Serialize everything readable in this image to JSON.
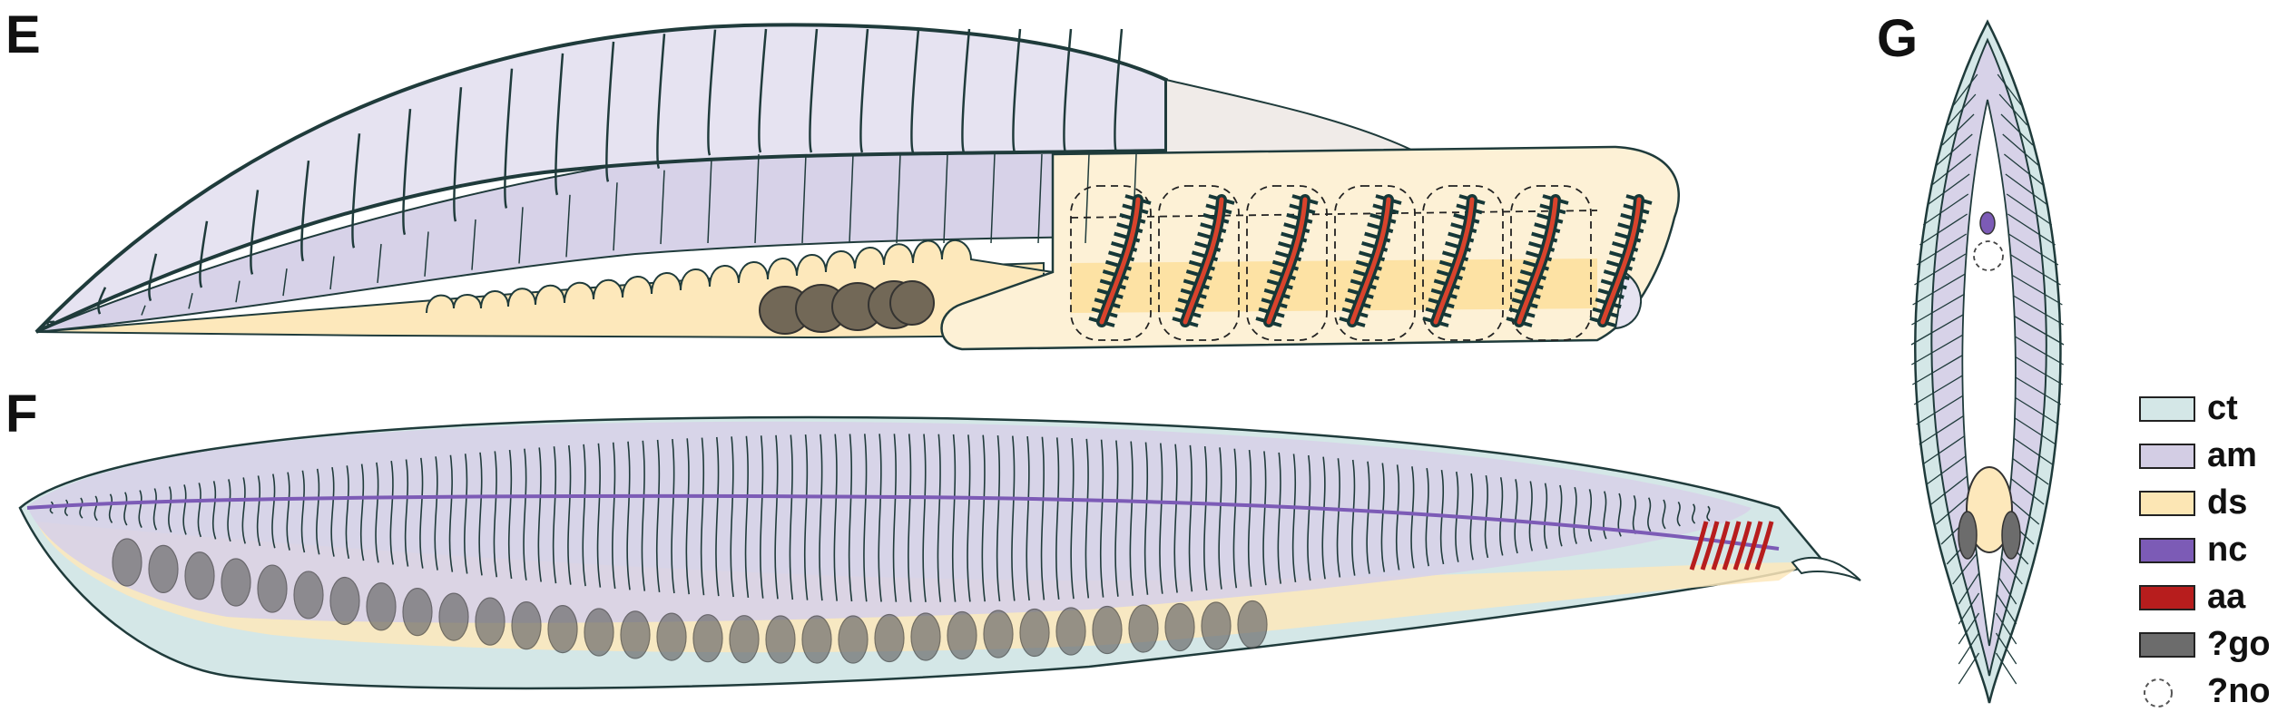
{
  "panels": [
    {
      "letter": "E"
    },
    {
      "letter": "F"
    },
    {
      "letter": "G"
    }
  ],
  "legend": [
    {
      "label": "ct",
      "color": "#d4e7e7",
      "style": "box"
    },
    {
      "label": "am",
      "color": "#d3cde4",
      "style": "box"
    },
    {
      "label": "ds",
      "color": "#fce6b4",
      "style": "box"
    },
    {
      "label": "nc",
      "color": "#7c5bb6",
      "style": "box"
    },
    {
      "label": "aa",
      "color": "#b71d1d",
      "style": "box"
    },
    {
      "label": "?go",
      "color": "#6c6c6c",
      "style": "box"
    },
    {
      "label": "?no",
      "color": "#555555",
      "style": "dashed-circle"
    }
  ],
  "colors": {
    "outline": "#1f3b3b",
    "myomere": "#e6e3f1",
    "myomere_lower": "#d7d2e8",
    "gut": "#fde8bb",
    "branchial": "#fdf1d6",
    "skin_pale": "#f0ebe8",
    "arch_red": "#d9432c",
    "arch_dark": "#163838",
    "gonad": "#6b6252"
  }
}
